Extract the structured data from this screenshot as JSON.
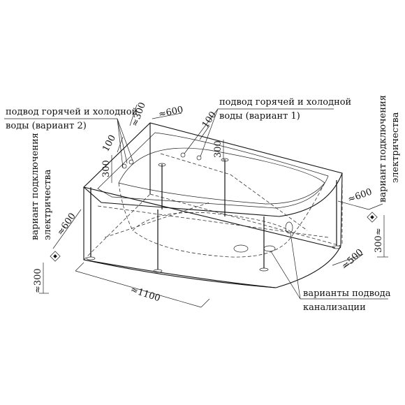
{
  "labels": {
    "water_v2_line1": "подвод горячей и холодной",
    "water_v2_line2": "воды (вариант 2)",
    "water_v1_line1": "подвод горячей и холодной",
    "water_v1_line2": "воды (вариант 1)",
    "electric_left_line1": "вариант подключения",
    "electric_left_line2": "электричества",
    "electric_right_line1": "вариант подключения",
    "electric_right_line2": "электричества",
    "drain_line1": "варианты подвода",
    "drain_line2": "канализации"
  },
  "dimensions": {
    "d_300_top_left": "≈300",
    "d_600_top": "≈600",
    "d_100_left": "100",
    "d_100_right": "100",
    "d_300_left_vert": "300",
    "d_300_center_vert": "300",
    "d_600_left": "≈600",
    "d_300_left_bottom": "≈300",
    "d_1100": "≈1100",
    "d_600_right": "≈600",
    "d_300_right": "300≈",
    "d_500": "≈500"
  },
  "colors": {
    "line": "#111111",
    "background": "#ffffff"
  }
}
